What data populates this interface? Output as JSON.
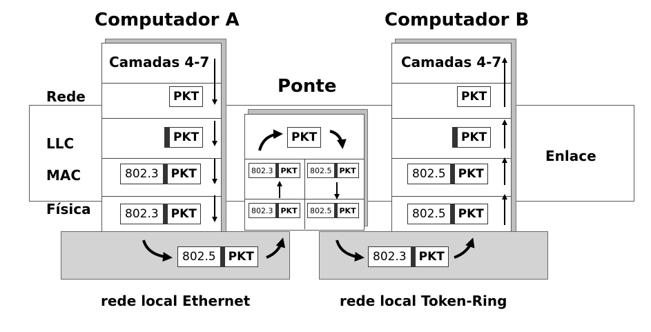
{
  "titles": {
    "computer_a": "Computador A",
    "computer_b": "Computador B",
    "bridge": "Ponte"
  },
  "layers": {
    "upper": "Camadas 4-7",
    "rede": "Rede",
    "llc": "LLC",
    "mac": "MAC",
    "fisica": "Física",
    "enlace": "Enlace"
  },
  "packet": {
    "payload": "PKT",
    "hdr_ethernet": "802.3",
    "hdr_tokenring": "802.5"
  },
  "networks": {
    "ethernet": "rede local Ethernet",
    "tokenring": "rede local Token-Ring"
  },
  "colors": {
    "lan_fill": "#d3d3d3",
    "header_bar": "#333333"
  }
}
